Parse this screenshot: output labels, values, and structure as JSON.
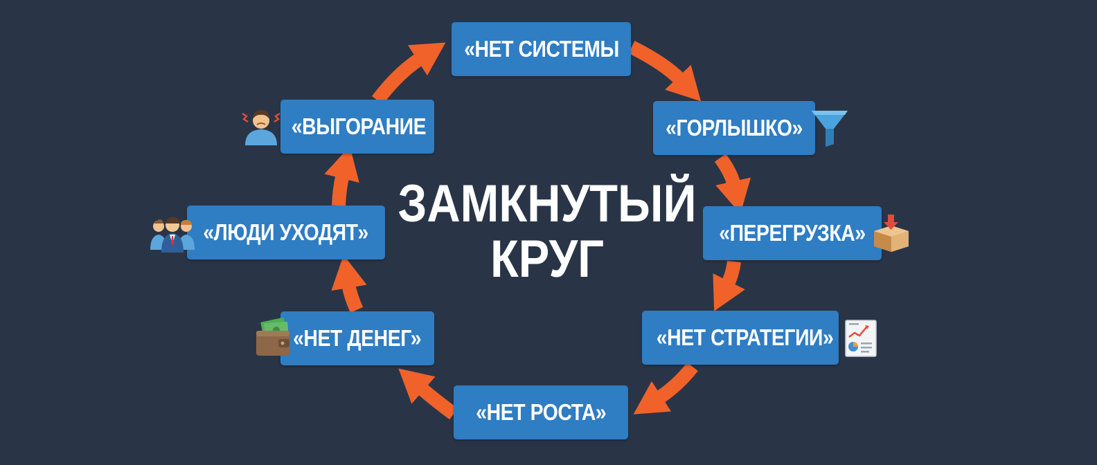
{
  "title": {
    "line1": "ЗАМКНУТЫЙ",
    "line2": "КРУГ"
  },
  "nodes": [
    {
      "label": "«НЕТ СИСТЕМЫ"
    },
    {
      "label": "«ГОРЛЫШКО»"
    },
    {
      "label": "«ПЕРЕГРУЗКА»"
    },
    {
      "label": "«НЕТ СТРАТЕГИИ»"
    },
    {
      "label": "«НЕТ РОСТА»"
    },
    {
      "label": "«НЕТ ДЕНЕГ»"
    },
    {
      "label": "«ЛЮДИ УХОДЯТ»"
    },
    {
      "label": "«ВЫГОРАНИЕ"
    }
  ],
  "icons": [
    "funnel-icon",
    "box-icon",
    "report-icon",
    "wallet-icon",
    "people-icon",
    "stressed-person-icon"
  ],
  "colors": {
    "background": "#293547",
    "box": "#2f7dc3",
    "arrow": "#f0622a",
    "text": "#ffffff"
  }
}
